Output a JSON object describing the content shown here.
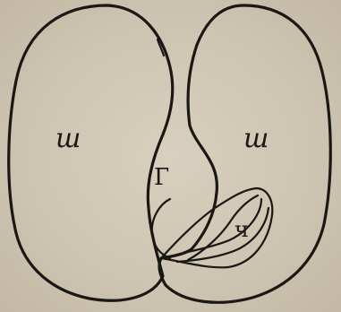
{
  "figure": {
    "labels": {
      "left_cotyledon": "ш",
      "right_cotyledon": "ш",
      "radicle": "Г",
      "plumule": "ч"
    },
    "colors": {
      "background": "#cfc6b4",
      "ink": "#1a1714"
    }
  }
}
